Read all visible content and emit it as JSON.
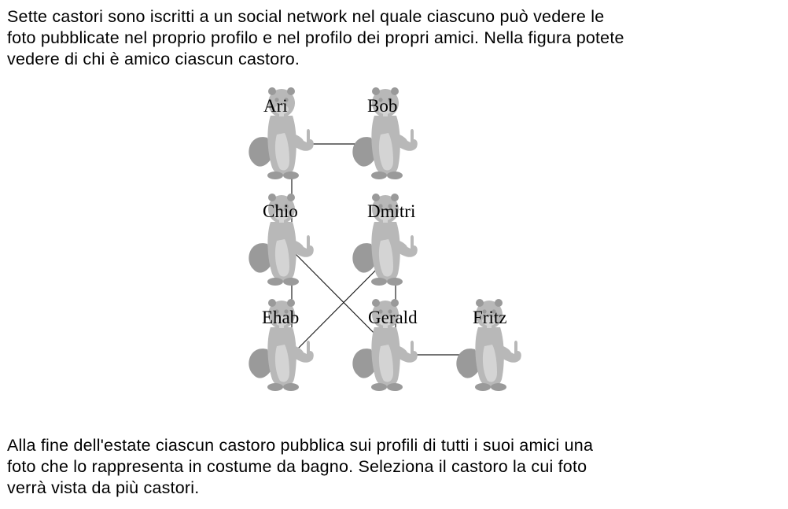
{
  "intro": {
    "lines": [
      "Sette castori sono iscritti a un social network nel quale ciascuno può vedere le",
      "foto pubblicate nel proprio profilo e nel profilo dei propri amici. Nella figura potete",
      "vedere di chi è amico ciascun castoro."
    ]
  },
  "diagram": {
    "beavers": [
      "Ari",
      "Bob",
      "Chio",
      "Dmitri",
      "Ehab",
      "Gerald",
      "Fritz"
    ],
    "friendships": [
      [
        "Ari",
        "Bob"
      ],
      [
        "Ari",
        "Chio"
      ],
      [
        "Chio",
        "Ehab"
      ],
      [
        "Chio",
        "Gerald"
      ],
      [
        "Dmitri",
        "Ehab"
      ],
      [
        "Dmitri",
        "Gerald"
      ],
      [
        "Gerald",
        "Fritz"
      ]
    ],
    "icon": "beaver-icon"
  },
  "question": {
    "lines": [
      "Alla fine dell'estate ciascun castoro pubblica sui profili di tutti i suoi amici una",
      "foto che lo rappresenta in costume da bagno. Seleziona il castoro la cui foto",
      "verrà vista da più castori."
    ]
  }
}
